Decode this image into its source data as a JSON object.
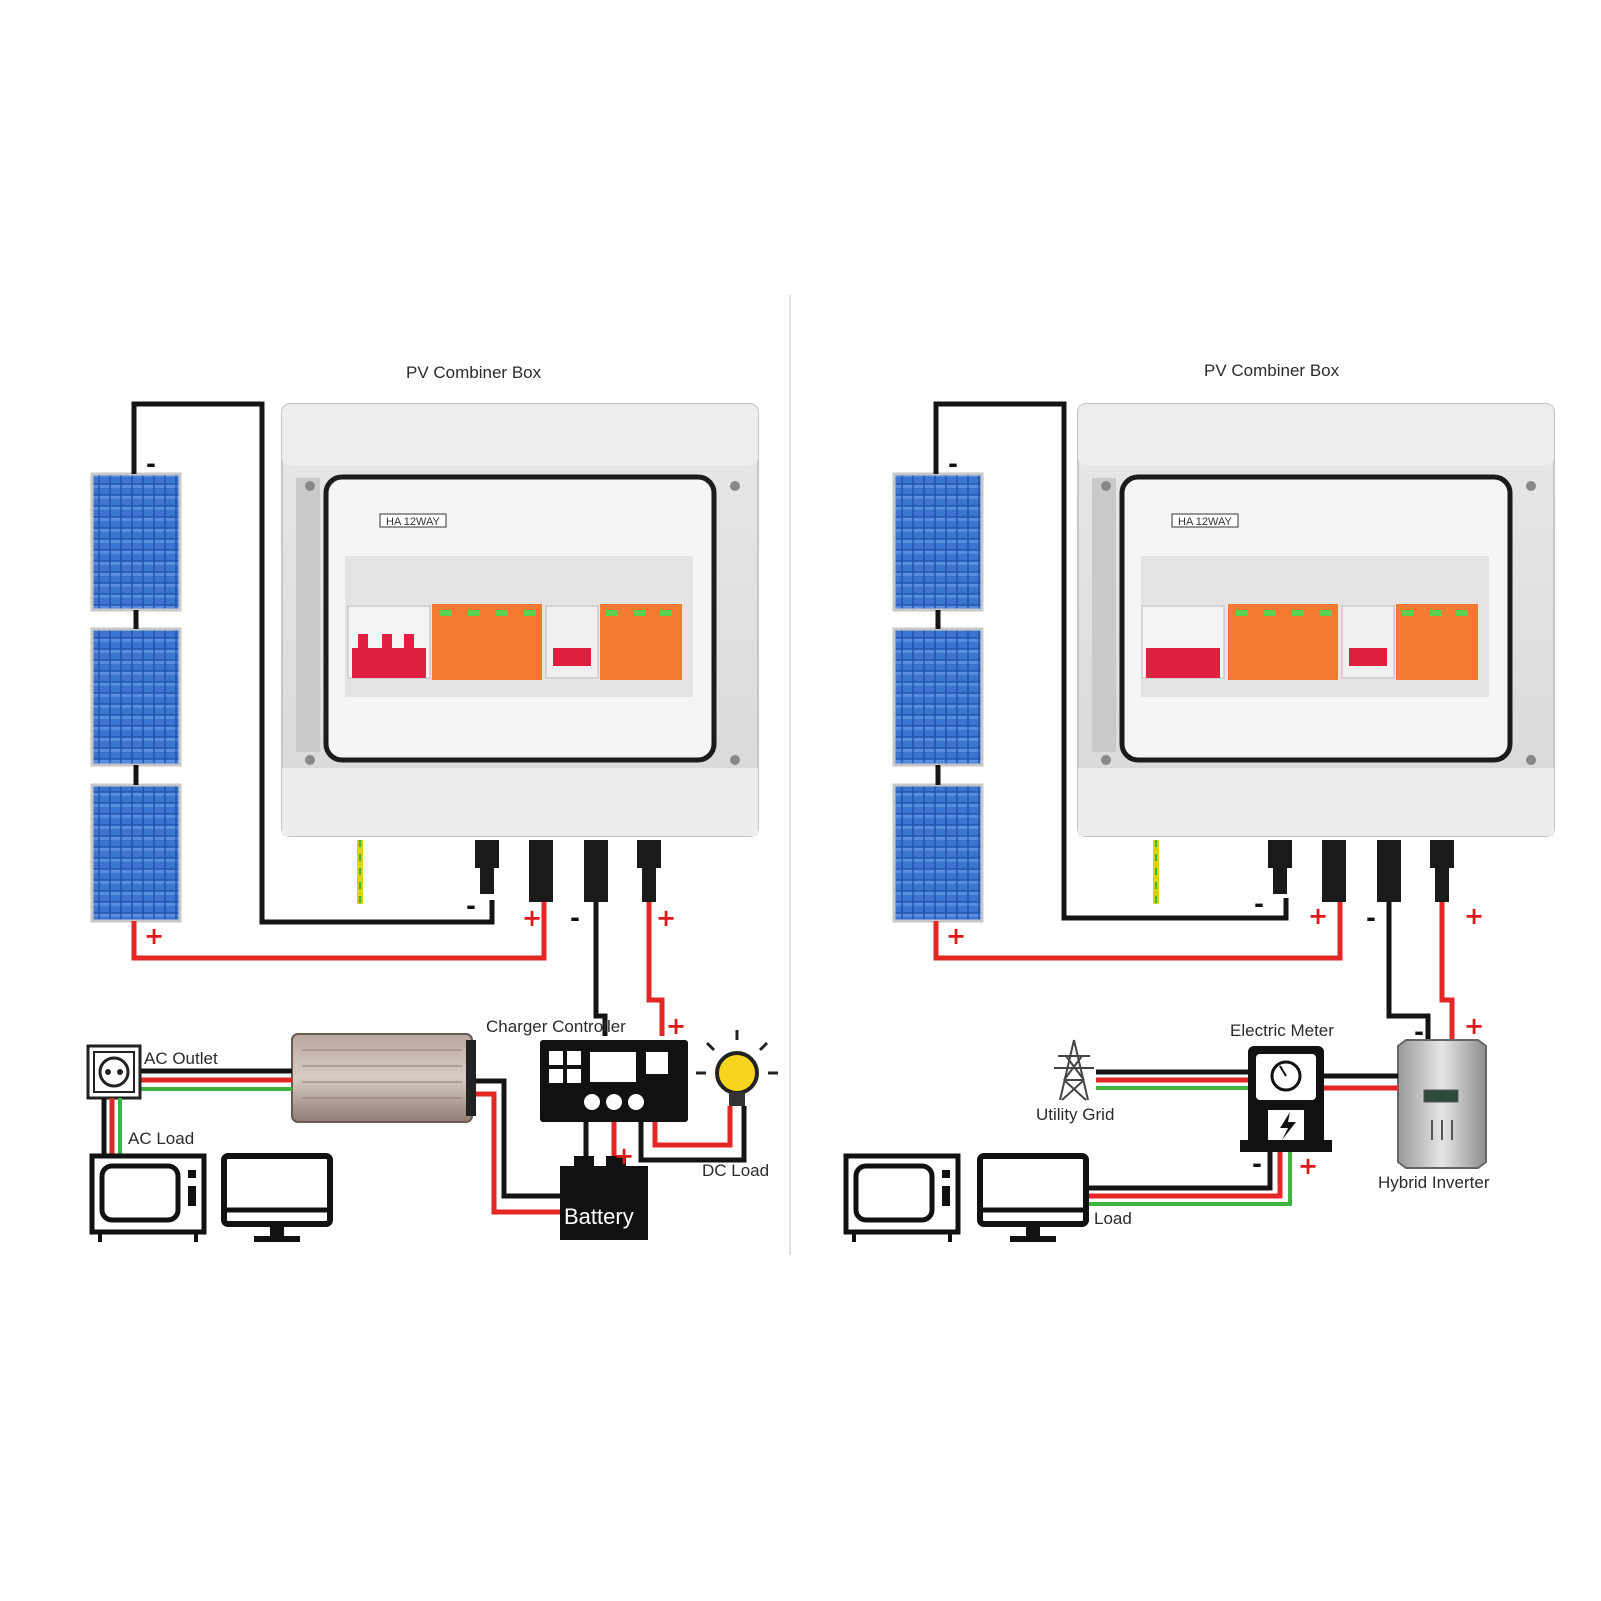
{
  "left": {
    "title": "PV Combiner Box",
    "box_tag": "HA 12WAY",
    "labels": {
      "charger": "Charger Controller",
      "ac_outlet": "AC Outlet",
      "ac_load": "AC Load",
      "dc_load": "DC Load",
      "battery": "Battery"
    }
  },
  "right": {
    "title": "PV Combiner Box",
    "box_tag": "HA 12WAY",
    "labels": {
      "meter": "Electric Meter",
      "grid": "Utility Grid",
      "inverter": "Hybrid Inverter",
      "load": "Load"
    }
  },
  "signs": {
    "plus": "+",
    "minus": "-"
  },
  "colors": {
    "wire_positive": "#e32626",
    "wire_negative": "#141414",
    "wire_ground": "#3eb43e",
    "breaker_red": "#e0203f",
    "spd_orange": "#f47a32",
    "panel_blue": "#1f4fa8"
  }
}
